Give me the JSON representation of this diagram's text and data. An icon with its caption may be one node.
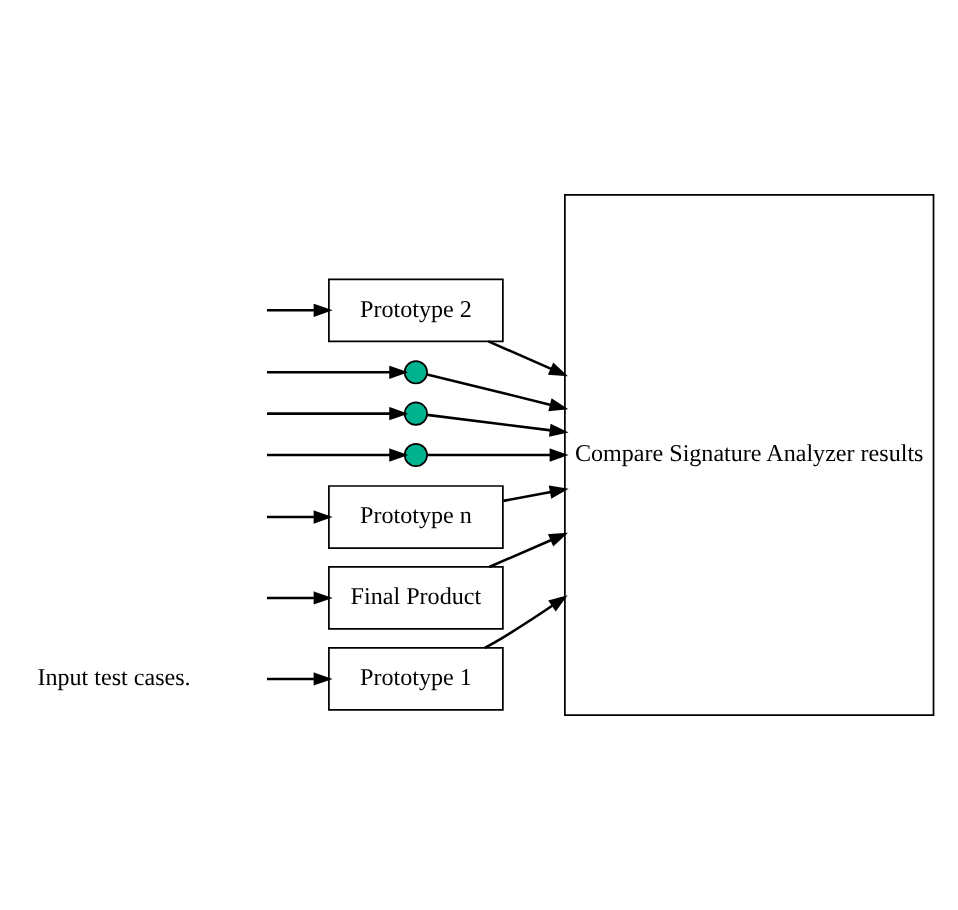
{
  "diagram": {
    "nodes": [
      {
        "text": [
          "Prototype 1"
        ]
      },
      {
        "text": [
          "Prototype 2"
        ]
      },
      {
        "text": [],
        "shape": "circle"
      },
      {
        "text": [],
        "shape": "circle"
      },
      {
        "text": [],
        "shape": "circle"
      },
      {
        "text": [
          "Prototype n"
        ]
      },
      {
        "text": [
          "Final Product"
        ]
      },
      {
        "text": [
          "Compare Signature Analyzer results"
        ]
      }
    ],
    "edges": [
      {
        "from": null,
        "to": 0,
        "arrow": "to"
      },
      {
        "from": 0,
        "to": 7,
        "arrow": "to"
      },
      {
        "from": null,
        "to": 1,
        "arrow": "to"
      },
      {
        "from": 1,
        "to": 7,
        "arrow": "to"
      },
      {
        "from": null,
        "to": 2,
        "arrow": "to"
      },
      {
        "from": 2,
        "to": 7,
        "arrow": "to"
      },
      {
        "from": null,
        "to": 3,
        "arrow": "to"
      },
      {
        "from": 3,
        "to": 7,
        "arrow": "to"
      },
      {
        "from": null,
        "to": 4,
        "arrow": "to"
      },
      {
        "from": 4,
        "to": 7,
        "arrow": "to"
      },
      {
        "from": null,
        "to": 5,
        "arrow": "to"
      },
      {
        "from": 5,
        "to": 7,
        "arrow": "to"
      },
      {
        "from": null,
        "to": 6,
        "arrow": "to"
      },
      {
        "from": 6,
        "to": 7,
        "arrow": "to"
      }
    ],
    "labels": [
      "Input test cases."
    ]
  }
}
